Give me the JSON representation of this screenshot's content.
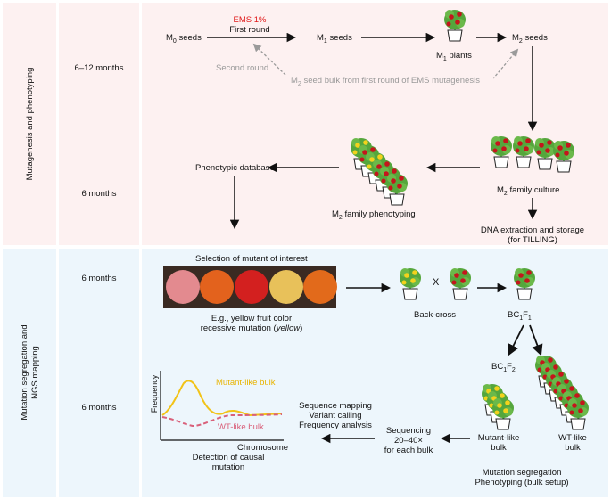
{
  "sections": {
    "top_label": "Mutagenesis and phenotyping",
    "bottom_label_line1": "Mutation segregation and",
    "bottom_label_line2": "NGS mapping"
  },
  "times": {
    "t1": "6–12 months",
    "t2": "6 months",
    "t3": "6 months",
    "t4": "6 months"
  },
  "top": {
    "m0_pre": "M",
    "m0_sub": "0",
    "m0_post": " seeds",
    "ems": "EMS 1%",
    "first_round": "First round",
    "m1s_pre": "M",
    "m1s_sub": "1",
    "m1s_post": " seeds",
    "m1p_pre": "M",
    "m1p_sub": "1",
    "m1p_post": " plants",
    "m2s_pre": "M",
    "m2s_sub": "2",
    "m2s_post": " seeds",
    "second_round": "Second round",
    "bulk_pre": "M",
    "bulk_sub": "2",
    "bulk_post": " seed bulk from first round of EMS mutagenesis",
    "phenodb": "Phenotypic database",
    "famphen_pre": "M",
    "famphen_sub": "2",
    "famphen_post": " family phenotyping",
    "famcult_pre": "M",
    "famcult_sub": "2",
    "famcult_post": " family culture",
    "dna1": "DNA extraction and storage",
    "dna2": "(for TILLING)"
  },
  "bottom": {
    "selection": "Selection of mutant of interest",
    "eg1": "E.g., yellow fruit color",
    "eg2_pre": "recessive mutation (",
    "eg2_it": "yellow",
    "eg2_post": ")",
    "cross": "X",
    "backcross": "Back-cross",
    "bc1f1_a": "BC",
    "bc1f1_b": "1",
    "bc1f1_c": "F",
    "bc1f1_d": "1",
    "bc1f2_a": "BC",
    "bc1f2_b": "1",
    "bc1f2_c": "F",
    "bc1f2_d": "2",
    "mut_bulk1": "Mutant-like",
    "mut_bulk2": "bulk",
    "wt_bulk1": "WT-like",
    "wt_bulk2": "bulk",
    "seg1": "Mutation segregation",
    "seg2": "Phenotyping (bulk setup)",
    "seq1": "Sequencing",
    "seq2": "20–40×",
    "seq3": "for each bulk",
    "map1": "Sequence mapping",
    "map2": "Variant calling",
    "map3": "Frequency analysis",
    "freq": "Frequency",
    "chrom": "Chromosome",
    "mut_line": "Mutant-like bulk",
    "wt_line": "WT-like bulk",
    "detect1": "Detection of causal",
    "detect2": "mutation"
  },
  "colors": {
    "top_panel": "#fdf1f1",
    "bottom_panel": "#edf6fc",
    "mutant_curve": "#f2c318",
    "wt_curve": "#d9607a",
    "ems_text": "#e01818"
  }
}
